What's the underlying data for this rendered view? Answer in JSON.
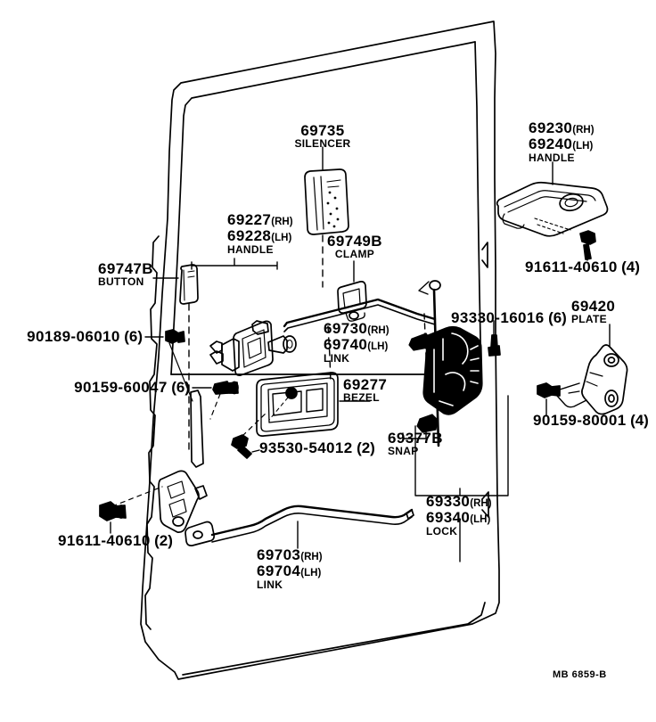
{
  "diagram": {
    "title": "Toyota Door Lock and Handle Assembly",
    "footer_code": "MB 6859-B",
    "line_color": "#000000",
    "background": "#ffffff"
  },
  "parts": [
    {
      "id": "silencer",
      "part_number": "69735",
      "side": "",
      "description": "SILENCER",
      "quantity": ""
    },
    {
      "id": "outer-handle",
      "part_number_rh": "69230",
      "side_rh": "(RH)",
      "part_number_lh": "69240",
      "side_lh": "(LH)",
      "description": "HANDLE"
    },
    {
      "id": "handle-screw-top",
      "part_number": "91611-40610",
      "quantity": "(4)"
    },
    {
      "id": "inner-handle",
      "part_number_rh": "69227",
      "side_rh": "(RH)",
      "part_number_lh": "69228",
      "side_lh": "(LH)",
      "description": "HANDLE"
    },
    {
      "id": "clamp",
      "part_number": "69749B",
      "description": "CLAMP"
    },
    {
      "id": "button",
      "part_number": "69747B",
      "description": "BUTTON"
    },
    {
      "id": "screw-90189",
      "part_number": "90189-06010",
      "quantity": "(6)"
    },
    {
      "id": "screw-90159-60047",
      "part_number": "90159-60047",
      "quantity": "(6)"
    },
    {
      "id": "link-upper",
      "part_number_rh": "69730",
      "side_rh": "(RH)",
      "part_number_lh": "69740",
      "side_lh": "(LH)",
      "description": "LINK"
    },
    {
      "id": "clip-93330",
      "part_number": "93330-16016",
      "quantity": "(6)"
    },
    {
      "id": "plate",
      "part_number": "69420",
      "description": "PLATE"
    },
    {
      "id": "screw-90159-80001",
      "part_number": "90159-80001",
      "quantity": "(4)"
    },
    {
      "id": "bezel",
      "part_number": "69277",
      "description": "BEZEL"
    },
    {
      "id": "screw-93530",
      "part_number": "93530-54012",
      "quantity": "(2)"
    },
    {
      "id": "snap",
      "part_number": "69377B",
      "description": "SNAP"
    },
    {
      "id": "lock",
      "part_number_rh": "69330",
      "side_rh": "(RH)",
      "part_number_lh": "69340",
      "side_lh": "(LH)",
      "description": "LOCK"
    },
    {
      "id": "screw-91611-bottom",
      "part_number": "91611-40610",
      "quantity": "(2)"
    },
    {
      "id": "link-lower",
      "part_number_rh": "69703",
      "side_rh": "(RH)",
      "part_number_lh": "69704",
      "side_lh": "(LH)",
      "description": "LINK"
    }
  ],
  "labels": {
    "silencer": {
      "pn": "69735",
      "desc": "SILENCER"
    },
    "outer_handle": {
      "pn_rh": "69230",
      "rh": "(RH)",
      "pn_lh": "69240",
      "lh": "(LH)",
      "desc": "HANDLE"
    },
    "handle_screw": {
      "pn": "91611-40610",
      "qty": "(4)"
    },
    "inner_handle": {
      "pn_rh": "69227",
      "rh": "(RH)",
      "pn_lh": "69228",
      "lh": "(LH)",
      "desc": "HANDLE"
    },
    "clamp": {
      "pn": "69749B",
      "desc": "CLAMP"
    },
    "button": {
      "pn": "69747B",
      "desc": "BUTTON"
    },
    "screw_90189": {
      "pn": "90189-06010",
      "qty": "(6)"
    },
    "screw_90159_60047": {
      "pn": "90159-60047",
      "qty": "(6)"
    },
    "link_upper": {
      "pn_rh": "69730",
      "rh": "(RH)",
      "pn_lh": "69740",
      "lh": "(LH)",
      "desc": "LINK"
    },
    "clip_93330": {
      "pn": "93330-16016",
      "qty": "(6)"
    },
    "plate": {
      "pn": "69420",
      "desc": "PLATE"
    },
    "screw_90159_80001": {
      "pn": "90159-80001",
      "qty": "(4)"
    },
    "bezel": {
      "pn": "69277",
      "desc": "BEZEL"
    },
    "screw_93530": {
      "pn": "93530-54012",
      "qty": "(2)"
    },
    "snap": {
      "pn": "69377B",
      "desc": "SNAP"
    },
    "lock": {
      "pn_rh": "69330",
      "rh": "(RH)",
      "pn_lh": "69340",
      "lh": "(LH)",
      "desc": "LOCK"
    },
    "screw_91611_bottom": {
      "pn": "91611-40610",
      "qty": "(2)"
    },
    "link_lower": {
      "pn_rh": "69703",
      "rh": "(RH)",
      "pn_lh": "69704",
      "lh": "(LH)",
      "desc": "LINK"
    },
    "footer": {
      "code": "MB 6859-B"
    }
  }
}
